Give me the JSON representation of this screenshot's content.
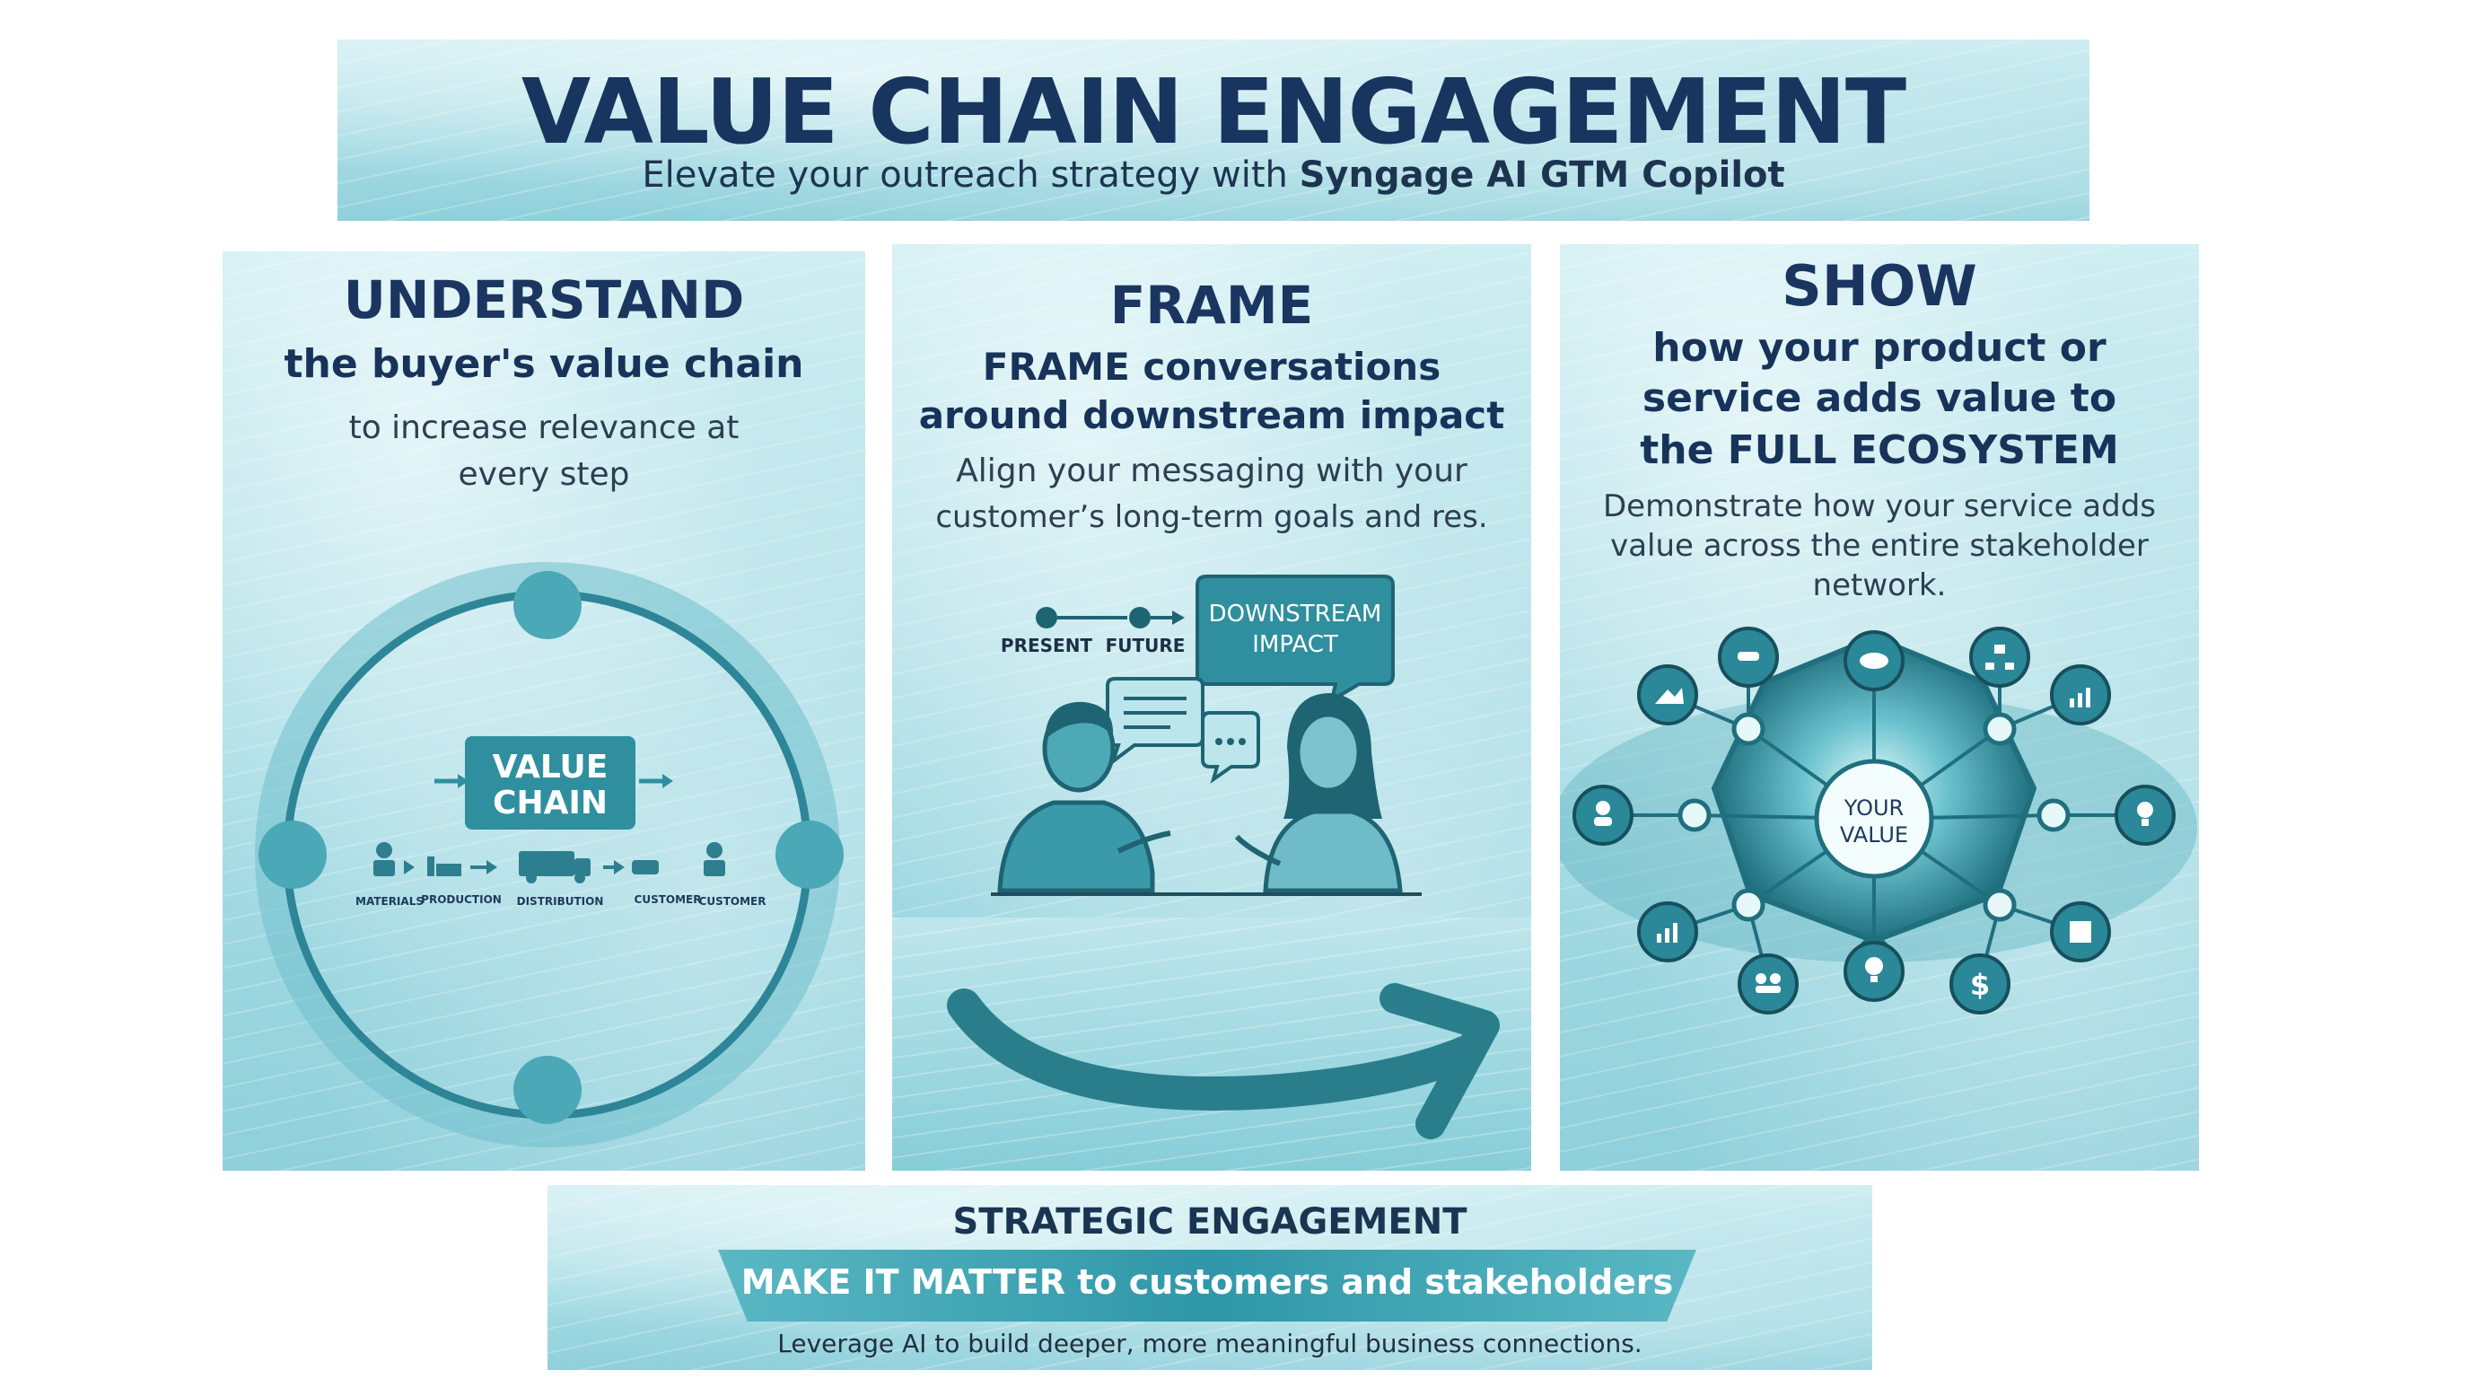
{
  "header": {
    "title": "VALUE CHAIN ENGAGEMENT",
    "subtitle_prefix": "Elevate your outreach strategy with ",
    "subtitle_brand": "Syngage AI GTM Copilot"
  },
  "understand": {
    "title": "UNDERSTAND",
    "subtitle": "the buyer's value chain",
    "text_line1": "to increase relevance at",
    "text_line2": "every step",
    "chain_label_line1": "VALUE",
    "chain_label_line2": "CHAIN",
    "steps": [
      "MATERIALS",
      "PRODUCTION",
      "DISTRIBUTION",
      "CUSTOMER",
      "CUSTOMER"
    ]
  },
  "frame": {
    "title": "FRAME",
    "subtitle_line1": "FRAME conversations",
    "subtitle_line2": "around downstream impact",
    "text_line1": "Align your messaging with your",
    "text_line2": "customer’s long-term goals and res.",
    "timeline": [
      "PRESENT",
      "FUTURE"
    ],
    "bubble_line1": "DOWNSTREAM",
    "bubble_line2": "IMPACT"
  },
  "show": {
    "title": "SHOW",
    "subtitle_line1": "how your product or",
    "subtitle_line2": "service adds value to",
    "subtitle_line3": "the FULL ECOSYSTEM",
    "text_line1": "Demonstrate how your service adds",
    "text_line2": "value across the entire stakeholder",
    "text_line3": "network.",
    "center_line1": "YOUR",
    "center_line2": "VALUE",
    "node_icons": [
      "handshake-icon",
      "cloud-icon",
      "org-chart-icon",
      "bar-chart-icon",
      "lightbulb-icon",
      "building-icon",
      "dollar-icon",
      "bulb-icon",
      "chart-icon",
      "people-icon",
      "person-icon",
      "chart-up-icon"
    ]
  },
  "footer": {
    "title": "STRATEGIC ENGAGEMENT",
    "ribbon": "MAKE IT MATTER to customers and stakeholders",
    "text": "Leverage AI to build deeper, more meaningful business connections."
  },
  "colors": {
    "navy": "#17355e",
    "teal": "#2f8f9e",
    "teal_dark": "#23707e",
    "water_light": "#cfeef2",
    "water_mid": "#8fd0db"
  }
}
